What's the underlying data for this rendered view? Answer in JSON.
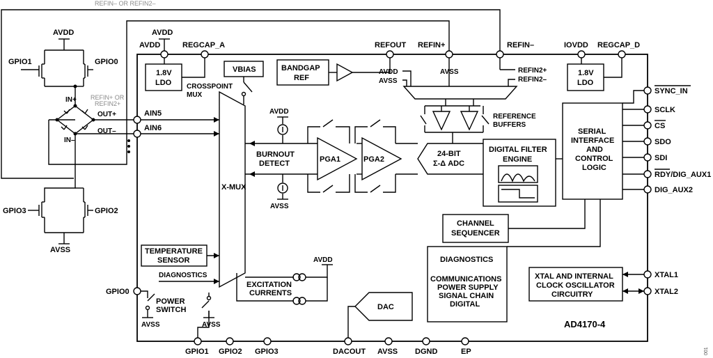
{
  "labels": {
    "refin_top": "REFIN– OR REFIN2–",
    "avdd": "AVDD",
    "avss": "AVSS",
    "iovdd": "IOVDD",
    "regcap_a": "REGCAP_A",
    "regcap_d": "REGCAP_D",
    "refout": "REFOUT",
    "refin_plus": "REFIN+",
    "refin_minus": "REFIN–",
    "ldo": [
      "1.8V",
      "LDO"
    ],
    "vbias": "VBIAS",
    "crosspoint_mux": [
      "CROSSPOINT",
      "MUX"
    ],
    "bandgap_ref": [
      "BANDGAP",
      "REF"
    ],
    "refin2_plus": "REFIN2+",
    "refin2_minus": "REFIN2–",
    "reference_buffers": [
      "REFERENCE",
      "BUFFERS"
    ],
    "sync_in": "SYNC_IN",
    "sclk": "SCLK",
    "cs": "CS",
    "sdo": "SDO",
    "sdi": "SDI",
    "rdy_dig_aux1": "RDY/DIG_AUX1",
    "rdy_overbar": "RDY",
    "dig_aux1_rest": "/DIG_AUX1",
    "dig_aux2": "DIG_AUX2",
    "serial_interface": [
      "SERIAL",
      "INTERFACE",
      "AND",
      "CONTROL",
      "LOGIC"
    ],
    "gpio0": "GPIO0",
    "gpio1": "GPIO1",
    "gpio2": "GPIO2",
    "gpio3": "GPIO3",
    "in_plus": "IN+",
    "in_minus": "IN–",
    "out_plus": "OUT+",
    "out_minus": "OUT–",
    "refin_or_refin2": [
      "REFIN+ OR",
      "REFIN2+"
    ],
    "ain5": "AIN5",
    "ain6": "AIN6",
    "xmux": "X-MUX",
    "burnout_detect": [
      "BURNOUT",
      "DETECT"
    ],
    "pga1": "PGA1",
    "pga2": "PGA2",
    "adc": [
      "24-BIT",
      "Σ-Δ ADC"
    ],
    "digital_filter": [
      "DIGITAL FILTER",
      "ENGINE"
    ],
    "channel_sequencer": [
      "CHANNEL",
      "SEQUENCER"
    ],
    "temperature_sensor": [
      "TEMPERATURE",
      "SENSOR"
    ],
    "diagnostics": "DIAGNOSTICS",
    "excitation_currents": [
      "EXCITATION",
      "CURRENTS"
    ],
    "diag_block": [
      "DIAGNOSTICS",
      "COMMUNICATIONS",
      "POWER SUPPLY",
      "SIGNAL CHAIN",
      "DIGITAL"
    ],
    "xtal_block": [
      "XTAL AND INTERNAL",
      "CLOCK OSCILLATOR",
      "CIRCUITRY"
    ],
    "xtal1": "XTAL1",
    "xtal2": "XTAL2",
    "power_switch": [
      "POWER",
      "SWITCH"
    ],
    "dac": "DAC",
    "dacout": "DACOUT",
    "dgnd": "DGND",
    "ep": "EP",
    "part_number": "AD4170-4",
    "figure_id": "001"
  }
}
